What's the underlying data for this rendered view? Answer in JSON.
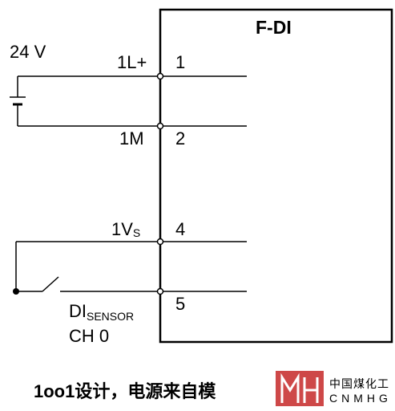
{
  "diagram": {
    "module_title": "F-DI",
    "supply_voltage": "24 V",
    "terminals": [
      {
        "pin": "1",
        "signal": "1L+"
      },
      {
        "pin": "2",
        "signal": "1M"
      },
      {
        "pin": "4",
        "signal": "1V",
        "signal_sub": "S"
      },
      {
        "pin": "5",
        "signal": "DI",
        "signal_sub": "SENSOR",
        "signal_line2": "CH 0"
      }
    ]
  },
  "caption": "1oo1设计，电源来自模",
  "logo": {
    "cn": "中国煤化工",
    "en": "CNMHG"
  }
}
